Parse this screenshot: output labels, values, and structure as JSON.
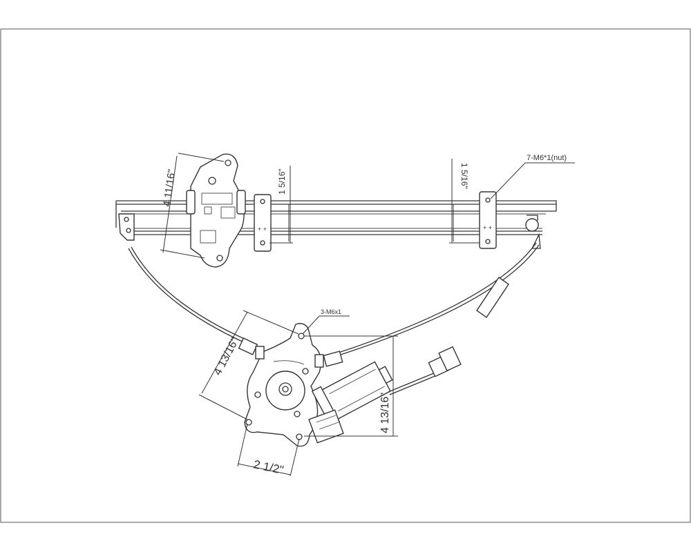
{
  "drawing": {
    "callouts": {
      "rail_nuts": "7-M6*1(nut)",
      "motor_bolts": "3-M6x1"
    },
    "dimensions": {
      "bracket_height": "4 11/16\"",
      "rail_offset_left": "1 5/16\"",
      "rail_offset_right": "1 5/16\"",
      "regulator_height_left": "4 13/16\"",
      "regulator_height_right": "4 13/16\"",
      "regulator_width": "2 1/2\""
    },
    "colors": {
      "line": "#333333",
      "background": "#ffffff"
    }
  }
}
